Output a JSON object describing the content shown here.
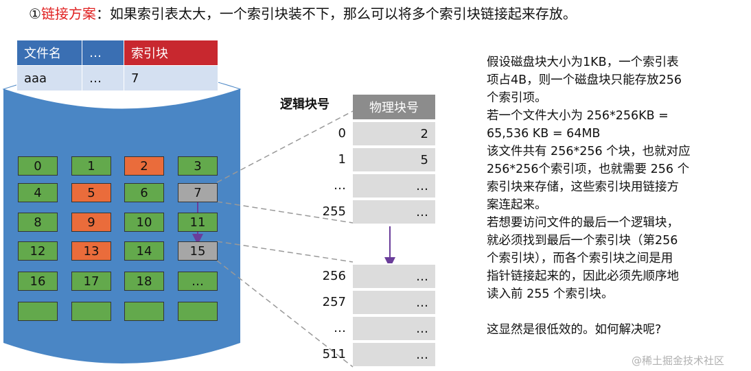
{
  "title": {
    "prefix": "①",
    "highlight": "链接方案",
    "rest": "：如果索引表太大，一个索引块装不下，那么可以将多个索引块链接起来存放。"
  },
  "directory": {
    "headers": [
      "文件名",
      "…",
      "索引块"
    ],
    "row": [
      "aaa",
      "…",
      "7"
    ]
  },
  "disk_blocks": [
    {
      "label": "0",
      "color": "green"
    },
    {
      "label": "1",
      "color": "green"
    },
    {
      "label": "2",
      "color": "orange"
    },
    {
      "label": "3",
      "color": "green"
    },
    {
      "label": "4",
      "color": "green"
    },
    {
      "label": "5",
      "color": "orange"
    },
    {
      "label": "6",
      "color": "green"
    },
    {
      "label": "7",
      "color": "gray"
    },
    {
      "label": "8",
      "color": "green"
    },
    {
      "label": "9",
      "color": "orange"
    },
    {
      "label": "10",
      "color": "green"
    },
    {
      "label": "11",
      "color": "green"
    },
    {
      "label": "12",
      "color": "green"
    },
    {
      "label": "13",
      "color": "orange"
    },
    {
      "label": "14",
      "color": "green"
    },
    {
      "label": "15",
      "color": "gray"
    },
    {
      "label": "16",
      "color": "green"
    },
    {
      "label": "17",
      "color": "green"
    },
    {
      "label": "18",
      "color": "green"
    },
    {
      "label": "…",
      "color": "green"
    },
    {
      "label": "",
      "color": "green"
    },
    {
      "label": "",
      "color": "green"
    },
    {
      "label": "",
      "color": "green"
    },
    {
      "label": "",
      "color": "green"
    }
  ],
  "index_table": {
    "col_logical": "逻辑块号",
    "col_physical": "物理块号",
    "block1": [
      {
        "logical": "0",
        "physical": "2"
      },
      {
        "logical": "1",
        "physical": "5"
      },
      {
        "logical": "…",
        "physical": "…"
      },
      {
        "logical": "255",
        "physical": "…"
      }
    ],
    "block2": [
      {
        "logical": "256",
        "physical": "…"
      },
      {
        "logical": "257",
        "physical": "…"
      },
      {
        "logical": "…",
        "physical": "…"
      },
      {
        "logical": "511",
        "physical": "…"
      }
    ]
  },
  "explanation": [
    "假设磁盘块大小为1KB，一个索引表",
    "项占4B，则一个磁盘块只能存放256",
    "个索引项。",
    "若一个文件大小为 256*256KB =",
    "65,536 KB = 64MB",
    "该文件共有 256*256 个块，也就对应",
    "256*256个索引项，也就需要 256 个",
    "索引块来存储，这些索引块用链接方",
    "案连起来。",
    "若想要访问文件的最后一个逻辑块，",
    "就必须找到最后一个索引块（第256",
    "个索引块），而各个索引块之间是用",
    "指针链接起来的，因此必须先顺序地",
    "读入前 255 个索引块。",
    "",
    "这显然是很低效的。如何解决呢?"
  ],
  "watermark": "@稀土掘金技术社区",
  "colors": {
    "green": "#63a94c",
    "orange": "#ea6c3b",
    "gray": "#a6a6a6",
    "disk": "#4a86c5",
    "arrow": "#6a3d9a"
  }
}
